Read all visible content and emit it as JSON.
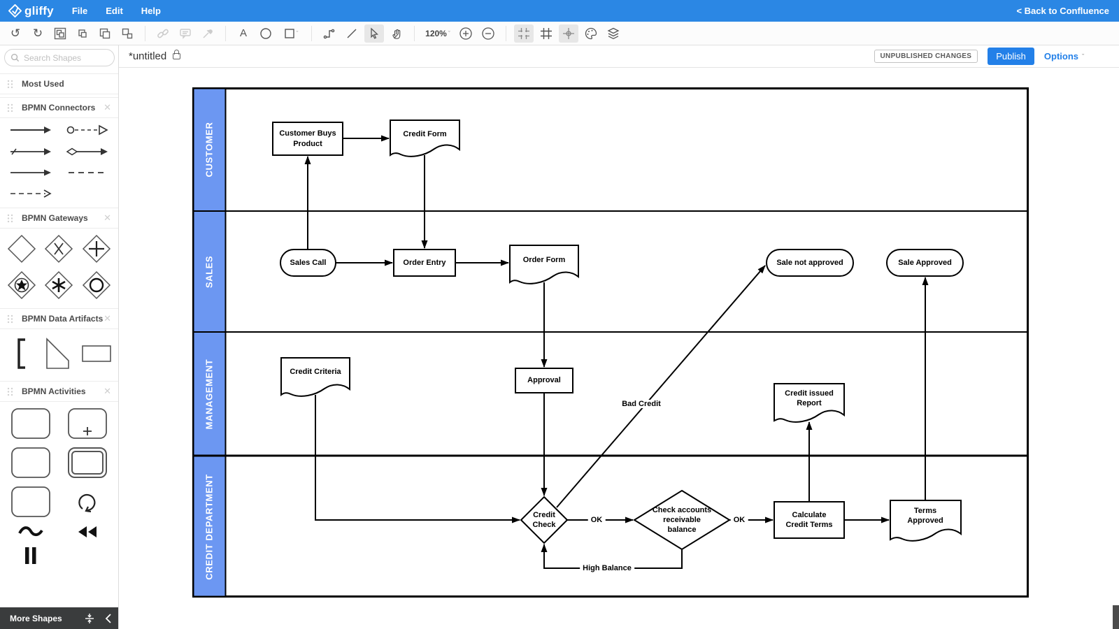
{
  "app": {
    "logo_text": "gliffy",
    "menus": [
      "File",
      "Edit",
      "Help"
    ],
    "back_link": "< Back to Confluence"
  },
  "toolbar": {
    "zoom_level": "120%",
    "icons": [
      "undo",
      "redo",
      "group",
      "copy",
      "duplicate",
      "ungroup",
      "link",
      "comment",
      "eyedropper",
      "text-tool",
      "ellipse-tool",
      "rectangle-tool",
      "connector-tool",
      "line-tool",
      "pointer-tool",
      "pan-tool",
      "zoom-select",
      "zoom-in",
      "zoom-out",
      "snap-to-grid",
      "show-grid",
      "snap-to-guides",
      "theme",
      "layers"
    ],
    "active_tools": [
      "pointer-tool",
      "snap-to-grid",
      "snap-to-guides"
    ],
    "disabled_tools": [
      "link",
      "comment",
      "eyedropper"
    ]
  },
  "document_bar": {
    "title": "*untitled",
    "status_badge": "UNPUBLISHED CHANGES",
    "publish_button": "Publish",
    "options_button": "Options"
  },
  "sidebar": {
    "search_placeholder": "Search Shapes",
    "more_shapes_label": "More Shapes",
    "sections": [
      {
        "title": "Most Used",
        "closable": false,
        "icons": []
      },
      {
        "title": "BPMN Connectors",
        "closable": true,
        "icons": [
          "sequence-flow-arrow",
          "message-flow-circle-dashed",
          "default-flow-slash-arrow",
          "conditional-flow-diamond-arrow",
          "plain-arrow",
          "association-dashed",
          "dashed-open-arrow"
        ]
      },
      {
        "title": "BPMN Gateways",
        "closable": true,
        "icons": [
          "gateway-blank-diamond",
          "gateway-exclusive-x",
          "gateway-parallel-plus",
          "gateway-complex-star-circle",
          "gateway-complex-asterisk",
          "gateway-inclusive-circle"
        ]
      },
      {
        "title": "BPMN Data Artifacts",
        "closable": true,
        "icons": [
          "group-bracket",
          "data-object",
          "annotation-box"
        ]
      },
      {
        "title": "BPMN Activities",
        "closable": true,
        "icons": [
          "task",
          "subprocess-plus",
          "task-plain",
          "transaction-double-border",
          "task-simple",
          "loop-marker",
          "ad-hoc-tilde",
          "compensation-rewind",
          "pause-marker"
        ]
      }
    ]
  },
  "diagram": {
    "type": "bpmn-swimlane-flowchart",
    "lanes": [
      "CUSTOMER",
      "SALES",
      "MANAGEMENT",
      "CREDIT DEPARTMENT"
    ],
    "nodes": [
      {
        "id": "customer-buys-product",
        "label": "Customer Buys Product",
        "shape": "rectangle",
        "lane": "CUSTOMER"
      },
      {
        "id": "credit-form",
        "label": "Credit Form",
        "shape": "document",
        "lane": "CUSTOMER"
      },
      {
        "id": "sales-call",
        "label": "Sales Call",
        "shape": "terminator",
        "lane": "SALES"
      },
      {
        "id": "order-entry",
        "label": "Order Entry",
        "shape": "rectangle",
        "lane": "SALES"
      },
      {
        "id": "order-form",
        "label": "Order Form",
        "shape": "document",
        "lane": "SALES"
      },
      {
        "id": "sale-not-approved",
        "label": "Sale not approved",
        "shape": "terminator",
        "lane": "SALES"
      },
      {
        "id": "sale-approved",
        "label": "Sale Approved",
        "shape": "terminator",
        "lane": "SALES"
      },
      {
        "id": "credit-criteria",
        "label": "Credit Criteria",
        "shape": "document",
        "lane": "MANAGEMENT"
      },
      {
        "id": "approval",
        "label": "Approval",
        "shape": "rectangle",
        "lane": "MANAGEMENT"
      },
      {
        "id": "credit-issued-report",
        "label": "Credit issued Report",
        "shape": "document",
        "lane": "MANAGEMENT"
      },
      {
        "id": "credit-check",
        "label": "Credit Check",
        "shape": "decision",
        "lane": "CREDIT DEPARTMENT"
      },
      {
        "id": "check-accounts",
        "label": "Check accounts receivable balance",
        "shape": "decision",
        "lane": "CREDIT DEPARTMENT"
      },
      {
        "id": "calculate-credit-terms",
        "label": "Calculate Credit Terms",
        "shape": "rectangle",
        "lane": "CREDIT DEPARTMENT"
      },
      {
        "id": "terms-approved",
        "label": "Terms Approved",
        "shape": "document",
        "lane": "CREDIT DEPARTMENT"
      }
    ],
    "edges": [
      {
        "from": "customer-buys-product",
        "to": "credit-form",
        "label": ""
      },
      {
        "from": "sales-call",
        "to": "customer-buys-product",
        "label": ""
      },
      {
        "from": "credit-form",
        "to": "order-entry",
        "label": ""
      },
      {
        "from": "sales-call",
        "to": "order-entry",
        "label": ""
      },
      {
        "from": "order-entry",
        "to": "order-form",
        "label": ""
      },
      {
        "from": "order-form",
        "to": "approval",
        "label": ""
      },
      {
        "from": "approval",
        "to": "credit-check",
        "label": ""
      },
      {
        "from": "credit-criteria",
        "to": "credit-check",
        "label": ""
      },
      {
        "from": "credit-check",
        "to": "check-accounts",
        "label": "OK"
      },
      {
        "from": "check-accounts",
        "to": "calculate-credit-terms",
        "label": "OK"
      },
      {
        "from": "calculate-credit-terms",
        "to": "credit-issued-report",
        "label": ""
      },
      {
        "from": "calculate-credit-terms",
        "to": "terms-approved",
        "label": ""
      },
      {
        "from": "terms-approved",
        "to": "sale-approved",
        "label": ""
      },
      {
        "from": "credit-check",
        "to": "sale-not-approved",
        "label": "Bad Credit"
      },
      {
        "from": "check-accounts",
        "to": "credit-check",
        "label": "High Balance"
      }
    ]
  },
  "colors": {
    "topbar_blue": "#2b87e4",
    "lane_header_blue": "#6c97f2",
    "publish_blue": "#2380e8",
    "diagram_stroke": "#000000"
  }
}
